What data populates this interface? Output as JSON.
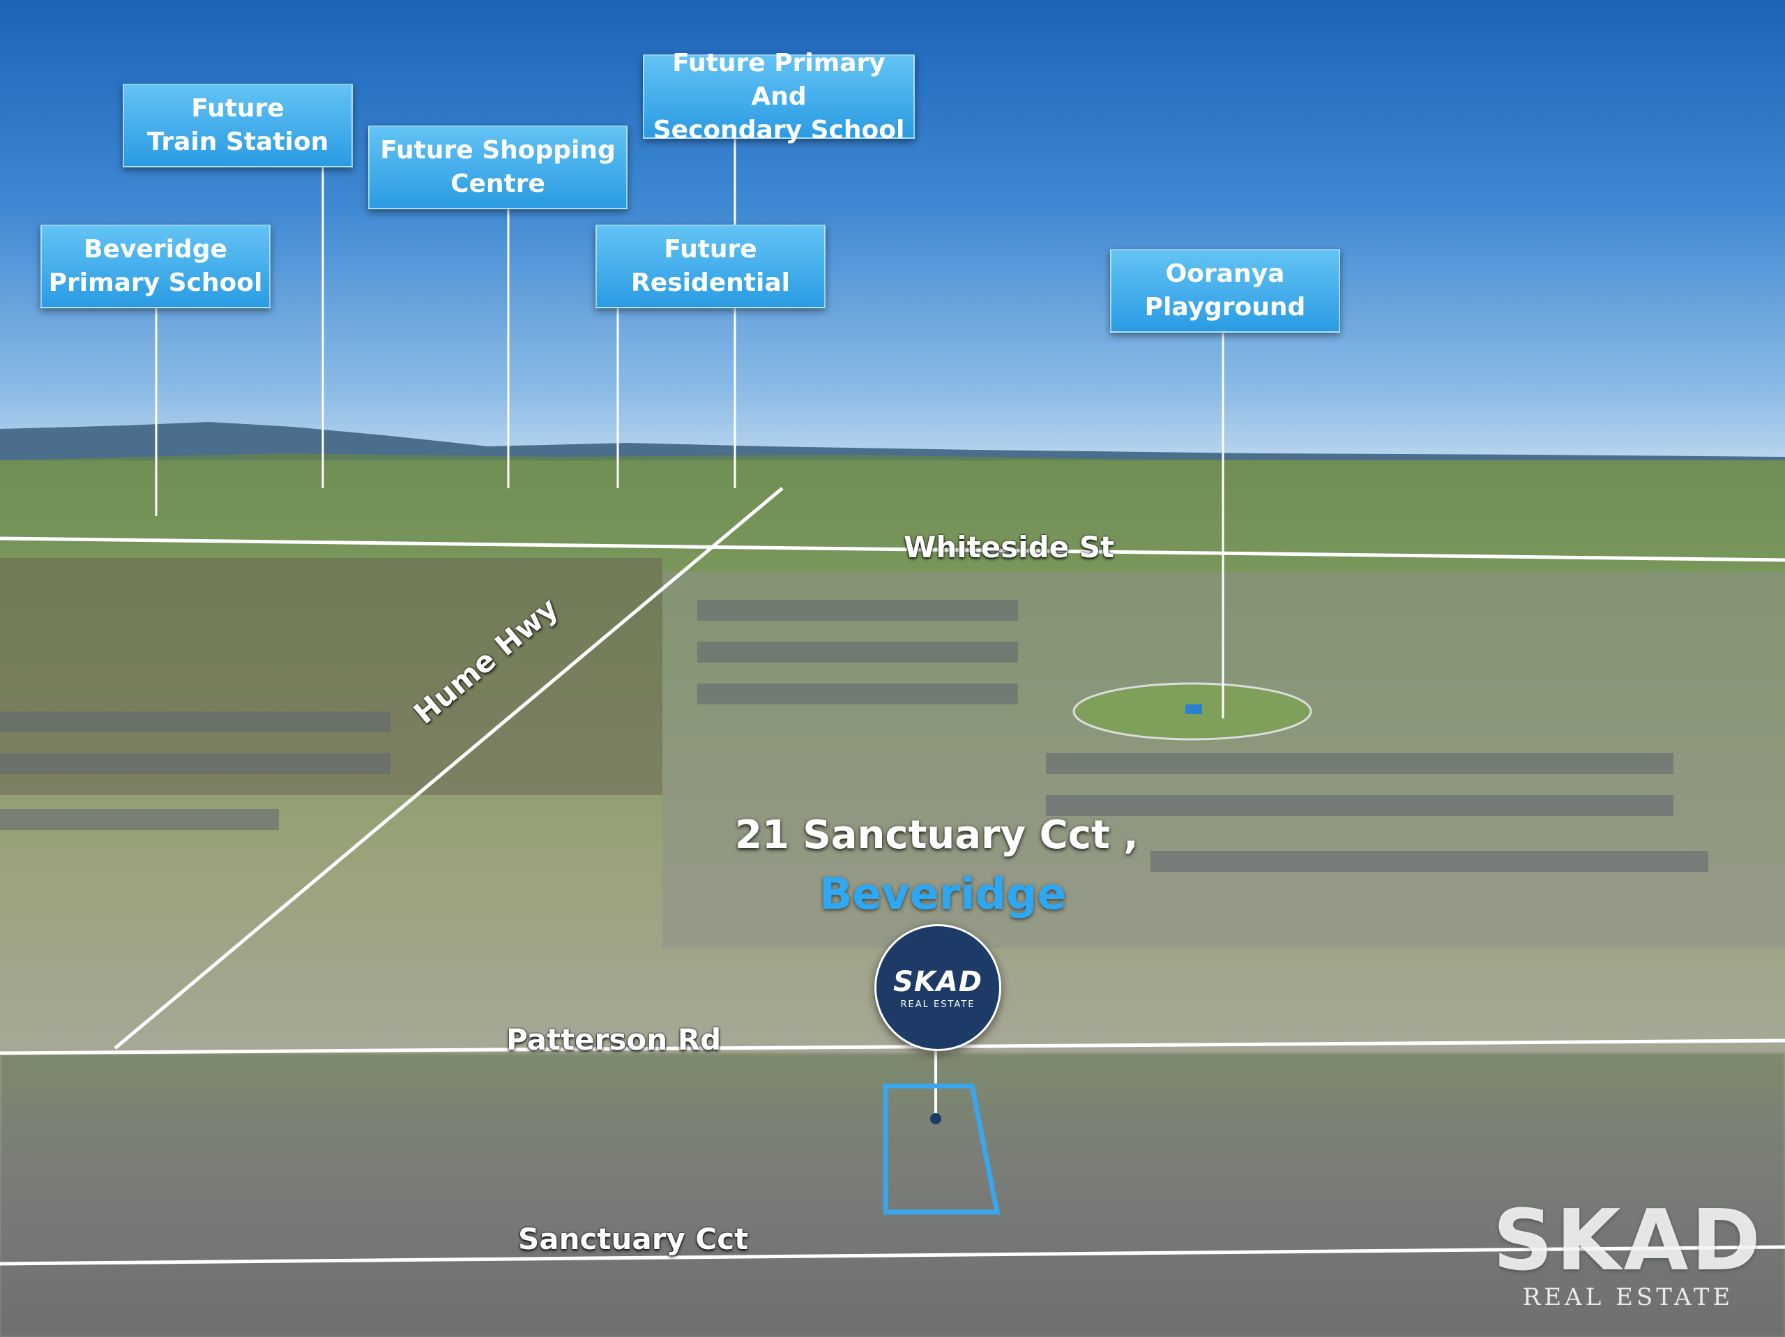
{
  "callouts": [
    {
      "id": "future-train-station",
      "line1": "Future",
      "line2": "Train Station"
    },
    {
      "id": "future-shopping-centre",
      "line1": "Future Shopping",
      "line2": "Centre"
    },
    {
      "id": "future-school",
      "line1": "Future Primary And",
      "line2": "Secondary School"
    },
    {
      "id": "beveridge-primary",
      "line1": "Beveridge",
      "line2": "Primary School"
    },
    {
      "id": "future-residential",
      "line1": "Future",
      "line2": "Residential"
    },
    {
      "id": "ooranya-playground",
      "line1": "Ooranya",
      "line2": "Playground"
    }
  ],
  "roads": {
    "whiteside": "Whiteside St",
    "hume": "Hume Hwy",
    "patterson": "Patterson Rd",
    "sanctuary": "Sanctuary Cct"
  },
  "address": {
    "line1": "21 Sanctuary Cct ,",
    "line2": "Beveridge"
  },
  "pin": {
    "logo": "SKAD",
    "sub": "REAL ESTATE"
  },
  "watermark": {
    "logo": "SKAD",
    "sub": "REAL ESTATE"
  },
  "colors": {
    "callout": "#2a9be3",
    "suburb_text": "#2ea8f2",
    "pin_bg": "#1d3b66",
    "property_outline": "#3aa6ee"
  }
}
